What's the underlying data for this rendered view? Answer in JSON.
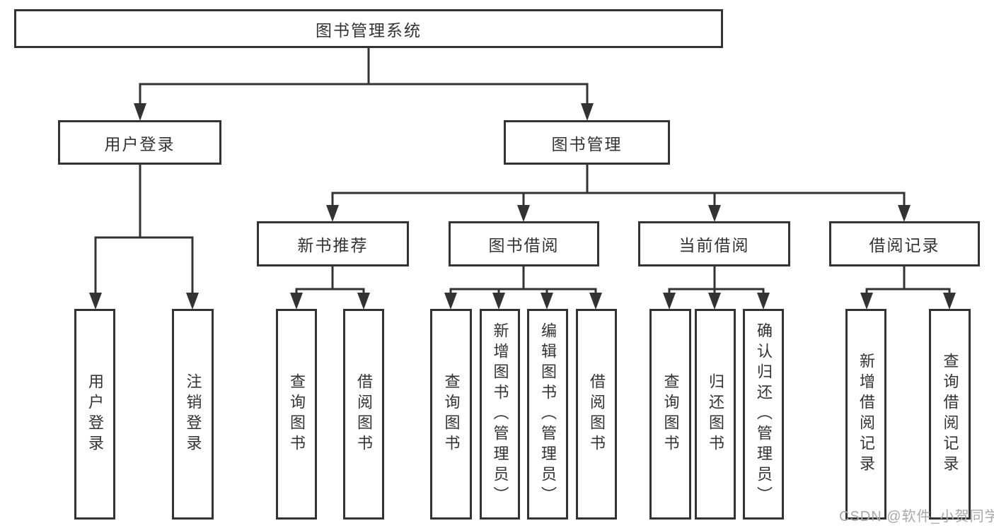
{
  "diagram": {
    "type": "hierarchy-diagram",
    "tree": {
      "label": "图书管理系统",
      "children": [
        {
          "label": "用户登录",
          "children": [
            {
              "label": "用户登录"
            },
            {
              "label": "注销登录"
            }
          ]
        },
        {
          "label": "图书管理",
          "children": [
            {
              "label": "新书推荐",
              "children": [
                {
                  "label": "查询图书"
                },
                {
                  "label": "借阅图书"
                }
              ]
            },
            {
              "label": "图书借阅",
              "children": [
                {
                  "label": "查询图书"
                },
                {
                  "label": "新增图书（管理员）"
                },
                {
                  "label": "编辑图书（管理员）"
                },
                {
                  "label": "借阅图书"
                }
              ]
            },
            {
              "label": "当前借阅",
              "children": [
                {
                  "label": "查询图书"
                },
                {
                  "label": "归还图书"
                },
                {
                  "label": "确认归还（管理员）"
                }
              ]
            },
            {
              "label": "借阅记录",
              "children": [
                {
                  "label": "新增借阅记录"
                },
                {
                  "label": "查询借阅记录"
                }
              ]
            }
          ]
        }
      ]
    },
    "colors": {
      "line": "#333333",
      "box_background": "#ffffff",
      "text": "#333333",
      "watermark": "#a8a8a8"
    }
  },
  "watermark": {
    "text": "CSDN @软件_小贺同学"
  }
}
